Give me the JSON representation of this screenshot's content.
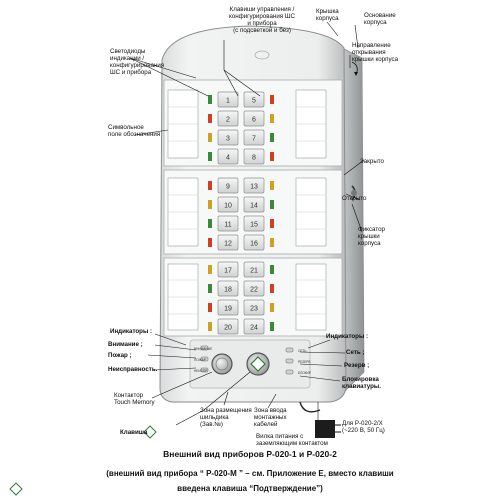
{
  "annotations": {
    "keys": "Клавиши управления /\nконфигурирования ШС\nи прибора\n(с подсветкой и без)",
    "cover": "Крышка\nкорпуса",
    "base": "Основание\nкорпуса",
    "leds": "Светодиоды\nиндикации /\nконфигурирования\nШС и прибора",
    "open_dir": "Направление\nоткрывания\nкрышки корпуса",
    "symbol_field": "Символьное\nполе обозначения",
    "closed": "Закрыто",
    "opened": "Открыто",
    "latch": "Фиксатор\nкрышки\nкорпуса",
    "indicators_left": "Индикаторы :",
    "attention": "Внимание ;",
    "fire": "Пожар ;",
    "fault": "Неисправность.",
    "touch_memory": "Контактор\nTouch Memory",
    "key": "Клавиша",
    "seal_zone": "Зона размещения\nшильдика\n(Зав.№)",
    "cable_zone": "Зона ввода\nмонтажных\nкабелей",
    "plug": "Вилка питания с\nзаземляющим контактом",
    "power_note": "Для Р-020-2/Х\n(~220 В, 50 Гц)",
    "indicators_right": "Индикаторы :",
    "net": "Сеть ;",
    "reserve": "Резерв ;",
    "block": "Блокировка\nклавиатуры."
  },
  "device": {
    "block1": {
      "left_keys": [
        "1",
        "2",
        "3",
        "4"
      ],
      "right_keys": [
        "5",
        "6",
        "7",
        "8"
      ]
    },
    "block2": {
      "left_keys": [
        "9",
        "10",
        "11",
        "12"
      ],
      "right_keys": [
        "13",
        "14",
        "15",
        "16"
      ]
    },
    "block3": {
      "left_keys": [
        "17",
        "18",
        "19",
        "20"
      ],
      "right_keys": [
        "21",
        "22",
        "23",
        "24"
      ]
    },
    "mini_labels_left": [
      "ВНИМАНИЕ",
      "ПОЖАР",
      "НЕИСПР."
    ],
    "mini_labels_right": [
      "СЕТЬ",
      "РЕЗЕРВ",
      "БЛОКИР."
    ],
    "led_colors": [
      "#3a8a3a",
      "#d04020",
      "#d0a020"
    ]
  },
  "caption": {
    "title": "Внешний вид приборов Р-020-1 и Р-020-2",
    "line1": "(внешний вид прибора “ Р-020-М ” – см. Приложение Е, вместо клавиши",
    "line2": "введена клавиша “Подтверждение”)"
  }
}
